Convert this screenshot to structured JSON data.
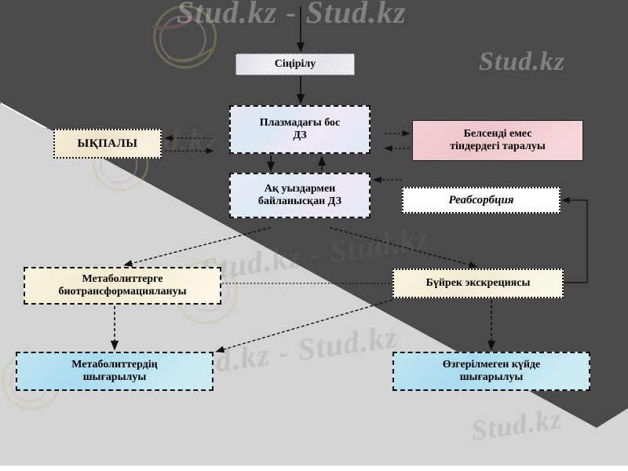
{
  "diagram": {
    "title": "Pharmacokinetics of a drug (Kazakh)",
    "watermark_text": "Stud.kz",
    "watermark_text_long": "Stud.kz - Stud.kz",
    "nodes": {
      "absorption": {
        "label": "Сіңірілу"
      },
      "free_drug_plasma": {
        "line1": "Плазмадағы бос",
        "line2": "ДЗ"
      },
      "protein_bound": {
        "line1": "Ақ уыздармен",
        "line2": "байланысқан ДЗ"
      },
      "effect": {
        "label": "ЫҚПАЛЫ"
      },
      "inactive_tissue": {
        "line1": "Белсенді емес",
        "line2": "тіндердегі таралуы"
      },
      "reabsorption": {
        "label": "Реабсорбция"
      },
      "biotransformation": {
        "line1": "Метаболиттерге",
        "line2": "биотрансформациялануы"
      },
      "renal_excretion": {
        "label": "Бүйрек экскрециясы"
      },
      "metabolite_excretion": {
        "line1": "Метаболиттердің",
        "line2": "шығарылуы"
      },
      "unchanged_excretion": {
        "line1": "Өзгерілмеген күйде",
        "line2": "шығарылуы"
      }
    },
    "colors": {
      "background_light": "#d4d4d4",
      "background_dark": "#4a4a4a",
      "absorption_fill": "#e9e9ee",
      "plasma_fill": "#e3e9f5",
      "effect_fill": "#f2e8d2",
      "inactive_tissue_fill": "#f0cace",
      "reabsorption_fill": "#ffffff",
      "biotransformation_fill": "#f7f2dd",
      "renal_fill": "#f7f2dd",
      "excretion_fill": "#b6e1ef",
      "line": "#111111"
    }
  }
}
